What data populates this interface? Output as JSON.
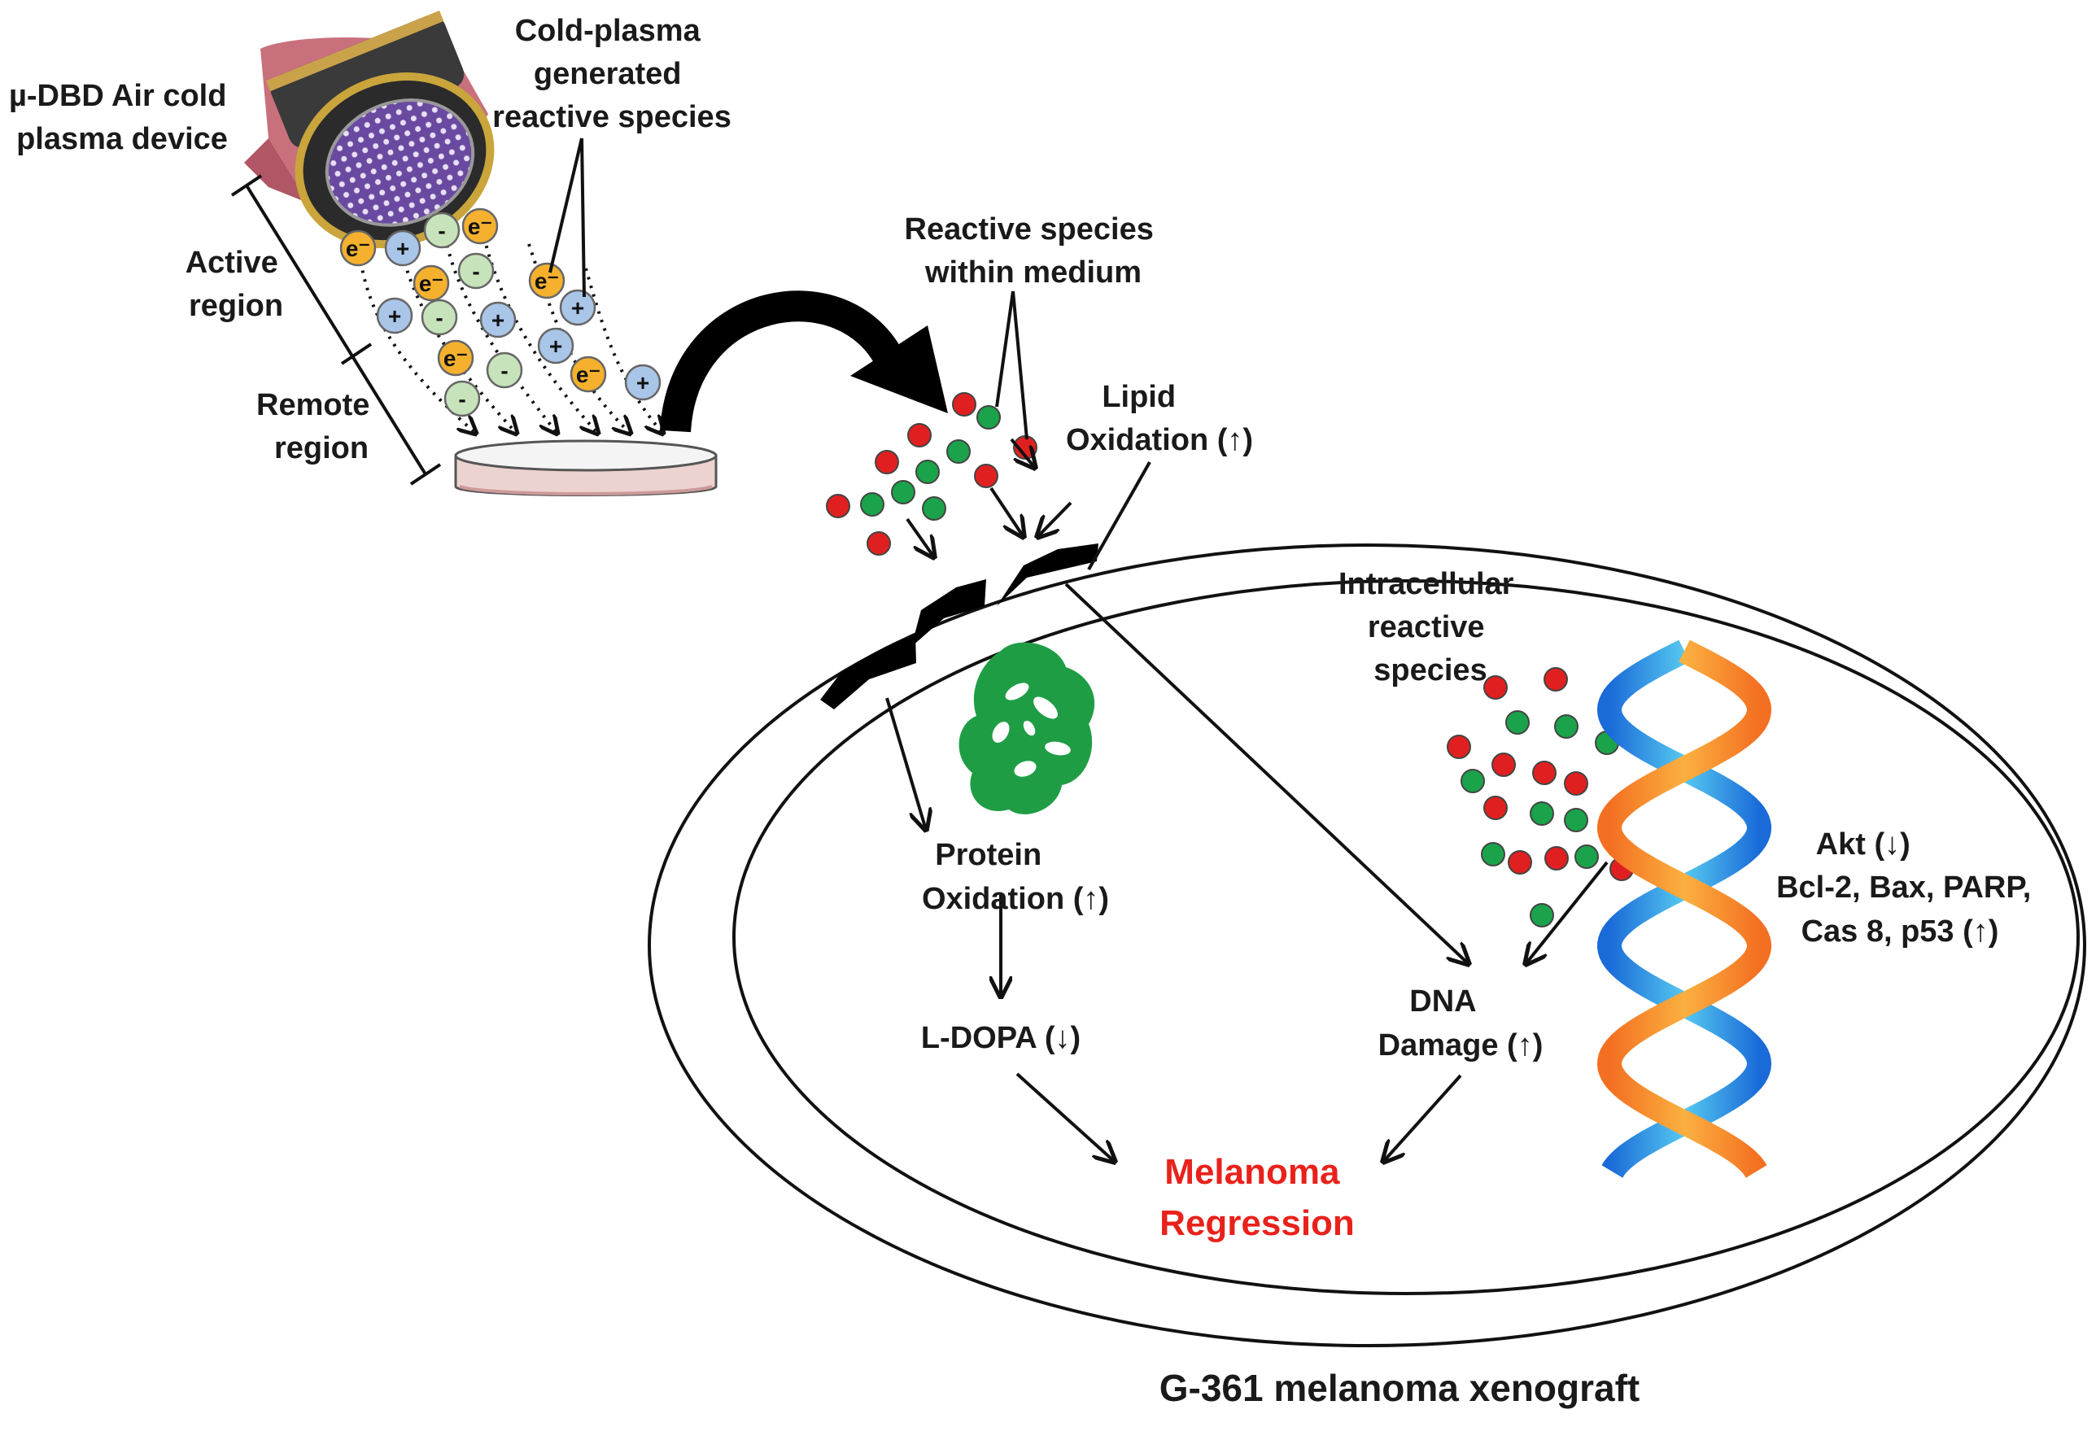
{
  "labels": {
    "device": [
      "µ-DBD Air cold",
      "plasma device"
    ],
    "cold_plasma": [
      "Cold-plasma",
      "generated",
      "reactive species"
    ],
    "active_region": [
      "Active",
      "region"
    ],
    "remote_region": [
      "Remote",
      "region"
    ],
    "medium_species": [
      "Reactive species",
      "within medium"
    ],
    "lipid": [
      "Lipid",
      "Oxidation (↑)"
    ],
    "intracellular": [
      "Intracellular",
      "reactive",
      "species"
    ],
    "protein": [
      "Protein",
      "Oxidation (↑)"
    ],
    "ldopa": "L-DOPA (↓)",
    "dna": [
      "DNA",
      "Damage (↑)"
    ],
    "markers": [
      "Akt (↓)",
      "Bcl-2, Bax, PARP,",
      "Cas 8, p53 (↑)"
    ],
    "outcome": [
      "Melanoma",
      "Regression"
    ],
    "caption": "G-361 melanoma xenograft"
  },
  "particle_symbols": {
    "electron": "e⁻",
    "positive": "+",
    "negative": "-"
  },
  "colors": {
    "electron": "#f5b12e",
    "positive": "#a9c5e8",
    "negative": "#c7e3bb",
    "red_species": "#e02020",
    "green_species": "#1aa34a",
    "protein": "#1f9d45",
    "outcome_text": "#e8221b",
    "dna_orange": "#f7931e",
    "dna_blue": "#2ab0e6"
  }
}
